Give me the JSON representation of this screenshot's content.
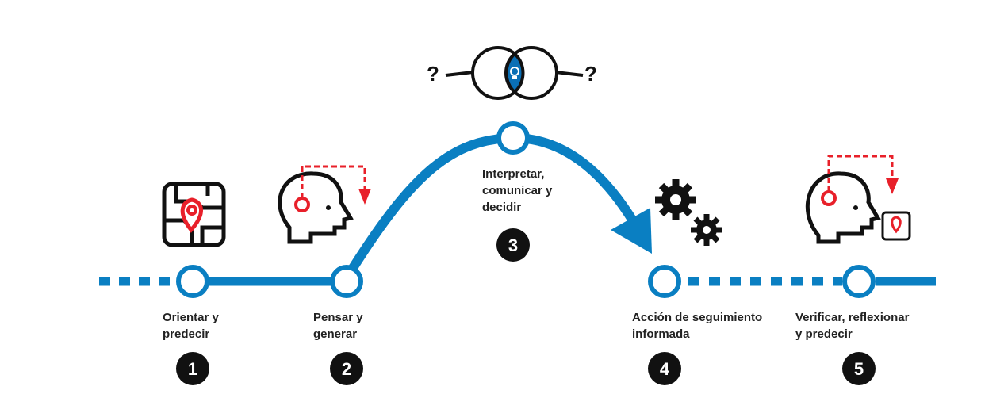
{
  "colors": {
    "blue": "#0a7fc2",
    "red": "#e8202a",
    "black": "#111111"
  },
  "steps": [
    {
      "number": "1",
      "line1": "Orientar y",
      "line2": "predecir",
      "icon": "map-pin-icon"
    },
    {
      "number": "2",
      "line1": "Pensar y",
      "line2": "generar",
      "icon": "head-thinking-icon"
    },
    {
      "number": "3",
      "line1": "Interpretar,",
      "line2": "comunicar y",
      "line3": "decidir",
      "icon": "venn-lightbulb-icon"
    },
    {
      "number": "4",
      "line1": "Acción de seguimiento",
      "line2": "informada",
      "icon": "gears-icon"
    },
    {
      "number": "5",
      "line1": "Verificar, reflexionar",
      "line2": "y predecir",
      "icon": "head-map-icon"
    }
  ],
  "question_mark": "?"
}
